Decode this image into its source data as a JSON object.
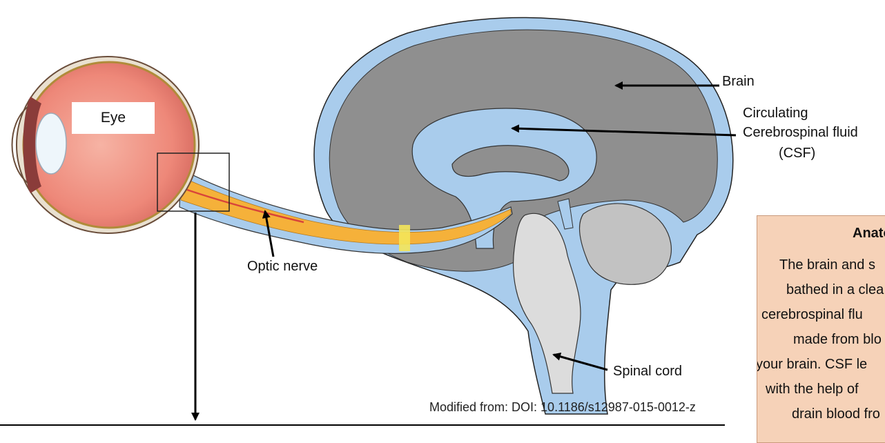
{
  "labels": {
    "eye": "Eye",
    "brain": "Brain",
    "csf_line1": "Circulating",
    "csf_line2": "Cerebrospinal fluid",
    "csf_line3": "(CSF)",
    "optic_nerve": "Optic nerve",
    "spinal_cord": "Spinal cord"
  },
  "info_box": {
    "title": "Anato",
    "lines": [
      "The brain and s",
      "bathed in a clea",
      "cerebrospinal flu",
      "made from blo",
      "your brain. CSF le",
      "with the help of",
      "drain blood fro"
    ]
  },
  "credit": "Modified from: DOI: 10.1186/s12987-015-0012-z",
  "colors": {
    "brain_gray": "#8f8f8f",
    "csf_blue": "#a9ccec",
    "cerebellum_gray": "#c2c2c2",
    "brainstem_gray": "#dcdcdc",
    "nerve_orange": "#f5b13a",
    "eye_pink": "#ef8a7e",
    "marker_yellow": "#f4e55a",
    "info_box_fill": "#f6d2b8"
  }
}
